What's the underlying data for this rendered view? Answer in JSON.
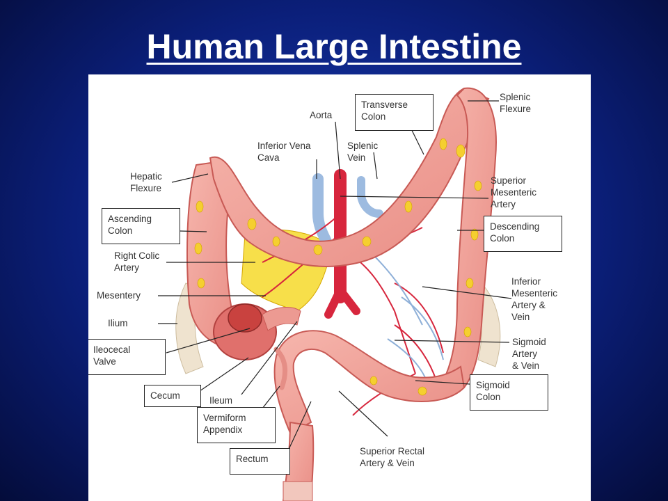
{
  "slide": {
    "title": "Human Large Intestine"
  },
  "labels": {
    "transverse_colon": "Transverse\nColon",
    "splenic_flexure": "Splenic\nFlexure",
    "aorta": "Aorta",
    "inferior_vena_cava": "Inferior Vena\nCava",
    "splenic_vein": "Splenic\nVein",
    "hepatic_flexure": "Hepatic\nFlexure",
    "superior_mesenteric_artery": "Superior\nMesenteric\nArtery",
    "ascending_colon": "Ascending\nColon",
    "descending_colon": "Descending\nColon",
    "right_colic_artery": "Right Colic\nArtery",
    "mesentery": "Mesentery",
    "inferior_mesenteric_artery_vein": "Inferior\nMesenteric\nArtery &\nVein",
    "ilium": "Ilium",
    "ileocecal_valve": "Ileocecal\nValve",
    "sigmoid_artery_vein": "Sigmoid\nArtery\n& Vein",
    "sigmoid_colon": "Sigmoid\nColon",
    "cecum": "Cecum",
    "ileum": "Ileum",
    "vermiform_appendix": "Vermiform\nAppendix",
    "rectum": "Rectum",
    "superior_rectal_artery_vein": "Superior Rectal\nArtery & Vein"
  },
  "colors": {
    "background": "#0b1f7a",
    "colon_fill": "#f0a29a",
    "colon_stroke": "#c85a55",
    "fat_yellow": "#f5d020",
    "artery_red": "#d7263d",
    "vein_blue": "#8fb0d8"
  }
}
